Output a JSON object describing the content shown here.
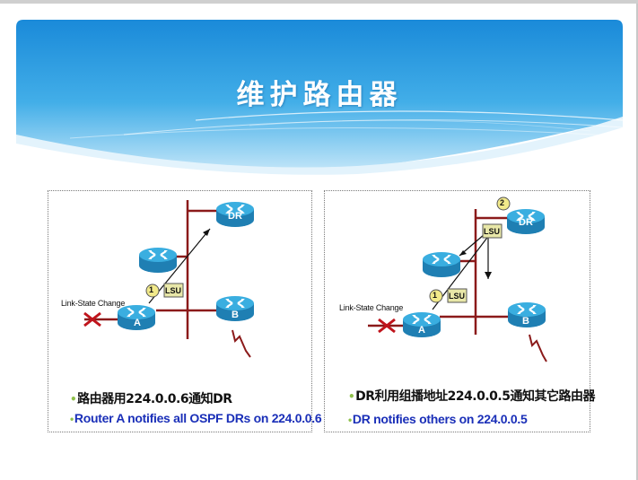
{
  "slide": {
    "title": "维护路由器"
  },
  "panels": [
    {
      "link_state_change": "Link-State Change",
      "routers": {
        "dr": "DR",
        "a": "A",
        "b": "B"
      },
      "lsu": "LSU",
      "step": "1",
      "caption_zh": "路由器用224.0.0.6通知DR",
      "caption_en": "Router A notifies all OSPF DRs on 224.0.0.6"
    },
    {
      "link_state_change": "Link-State Change",
      "routers": {
        "dr": "DR",
        "a": "A",
        "b": "B"
      },
      "lsu": "LSU",
      "steps": [
        "1",
        "2"
      ],
      "caption_zh": "DR利用组播地址224.0.0.5通知其它路由器",
      "caption_en": "DR notifies others on 224.0.0.5"
    }
  ],
  "colors": {
    "banner_top": "#1e8fdc",
    "banner_bottom": "#9fd6f5",
    "router_fill": "#2b9fd3",
    "link_line": "#8b1a1a",
    "fail_mark": "#c0141c",
    "lsu_box": "#e8e7a8",
    "step_circle": "#f1e98a",
    "caption_en": "#1a2fb8"
  }
}
